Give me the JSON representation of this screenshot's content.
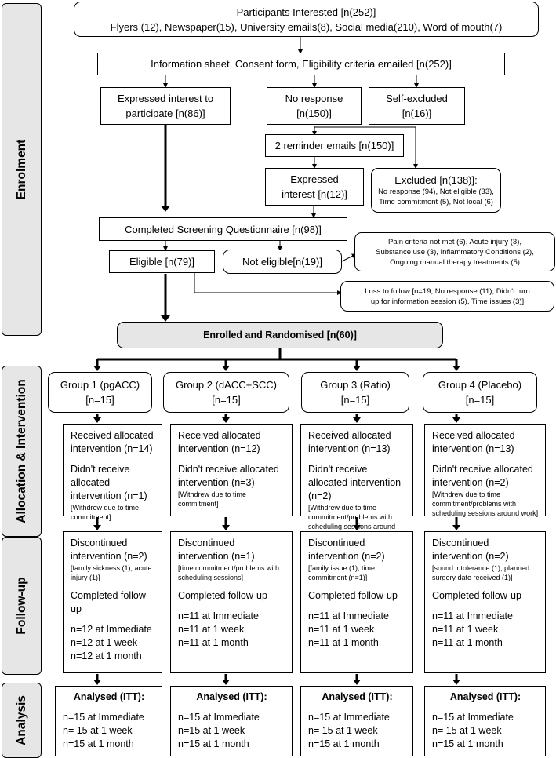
{
  "phases": {
    "enrolment": "Enrolment",
    "allocation": "Allocation & Intervention",
    "followup": "Follow-up",
    "analysis": "Analysis"
  },
  "enrolment": {
    "interested_title": "Participants Interested [n(252)]",
    "interested_sources": "Flyers (12), Newspaper(15), University emails(8), Social media(210), Word of mouth(7)",
    "emailed": "Information sheet, Consent form, Eligibility criteria emailed [n(252)]",
    "expressed_line1": "Expressed interest to",
    "expressed_line2": "participate [n(86)]",
    "noresp_line1": "No response",
    "noresp_line2": "[n(150)]",
    "selfex_line1": "Self-excluded",
    "selfex_line2": "[n(16)]",
    "reminder": "2 reminder emails [n(150)]",
    "expressed2_line1": "Expressed",
    "expressed2_line2": "interest [n(12)]",
    "excluded_title": "Excluded [n(138)]:",
    "excluded_line1": "No response (94), Not eligible (33),",
    "excluded_line2": "Time commitment (5), Not local (6)",
    "screening": "Completed Screening Questionnaire [n(98)]",
    "eligible": "Eligible [n(79)]",
    "not_eligible": "Not eligible[n(19)]",
    "reasons_line1": "Pain criteria not met (6), Acute injury (3),",
    "reasons_line2": "Substance use (3), Inflammatory Conditions (2),",
    "reasons_line3": "Ongoing manual therapy treatments (5)",
    "loss_line1": "Loss to follow [n=19; No response (11), Didn't turn",
    "loss_line2": "up for information session (5), Time issues (3)]",
    "randomised": "Enrolled and Randomised [n(60)]"
  },
  "groups": [
    {
      "title": "Group 1 (pgACC)",
      "n": "[n=15]",
      "received": "Received allocated intervention (n=14)",
      "not_received": "Didn't receive allocated intervention (n=1)",
      "not_received_detail": "[Withdrew due to time commitment]",
      "discontinued": "Discontinued intervention (n=2)",
      "discontinued_detail": "[family sickness (1), acute injury (1)]",
      "completed_title": "Completed follow-up",
      "completed": [
        "n=12 at Immediate",
        "n=12 at 1 week",
        "n=12 at 1 month"
      ],
      "analysed": "Analysed (ITT):",
      "analysed_rows": [
        "n=15 at Immediate",
        "n= 15 at 1 week",
        "n=15 at 1 month"
      ]
    },
    {
      "title": "Group 2 (dACC+SCC)",
      "n": "[n=15]",
      "received": "Received allocated intervention (n=12)",
      "not_received": "Didn't receive allocated intervention (n=3)",
      "not_received_detail": "[Withdrew due to time commitment]",
      "discontinued": "Discontinued intervention (n=1)",
      "discontinued_detail": "[time commitment/problems with scheduling sessions]",
      "completed_title": "Completed follow-up",
      "completed": [
        "n=11 at Immediate",
        "n=11 at 1 week",
        "n=11 at 1 month"
      ],
      "analysed": "Analysed (ITT):",
      "analysed_rows": [
        "n=15 at Immediate",
        "n=15 at 1 week",
        "n=15 at 1 month"
      ]
    },
    {
      "title": "Group 3 (Ratio)",
      "n": "[n=15]",
      "received": "Received allocated intervention (n=13)",
      "not_received": "Didn't receive allocated intervention (n=2)",
      "not_received_detail": "[Withdrew due to time commitment/problems with scheduling sessions around work]",
      "discontinued": "Discontinued intervention (n=2)",
      "discontinued_detail": "[family issue (1), time commitment (n=1)]",
      "completed_title": "Completed follow-up",
      "completed": [
        "n=11 at Immediate",
        "n=11 at 1 week",
        "n=11 at 1 month"
      ],
      "analysed": "Analysed (ITT):",
      "analysed_rows": [
        "n=15 at Immediate",
        "n= 15 at 1 week",
        "n=15 at 1 month"
      ]
    },
    {
      "title": "Group 4 (Placebo)",
      "n": "[n=15]",
      "received": "Received allocated intervention (n=13)",
      "not_received": "Didn't receive allocated intervention (n=2)",
      "not_received_detail": "[Withdrew due to time commitment/problems with scheduling sessions around work]",
      "discontinued": "Discontinued intervention (n=2)",
      "discontinued_detail": "[sound intolerance (1), planned surgery date received (1)]",
      "completed_title": "Completed follow-up",
      "completed": [
        "n=11 at Immediate",
        "n=11 at 1 week",
        "n=11 at 1 month"
      ],
      "analysed": "Analysed (ITT):",
      "analysed_rows": [
        "n=15 at Immediate",
        "n= 15 at 1 week",
        "n=15 at 1 month"
      ]
    }
  ]
}
